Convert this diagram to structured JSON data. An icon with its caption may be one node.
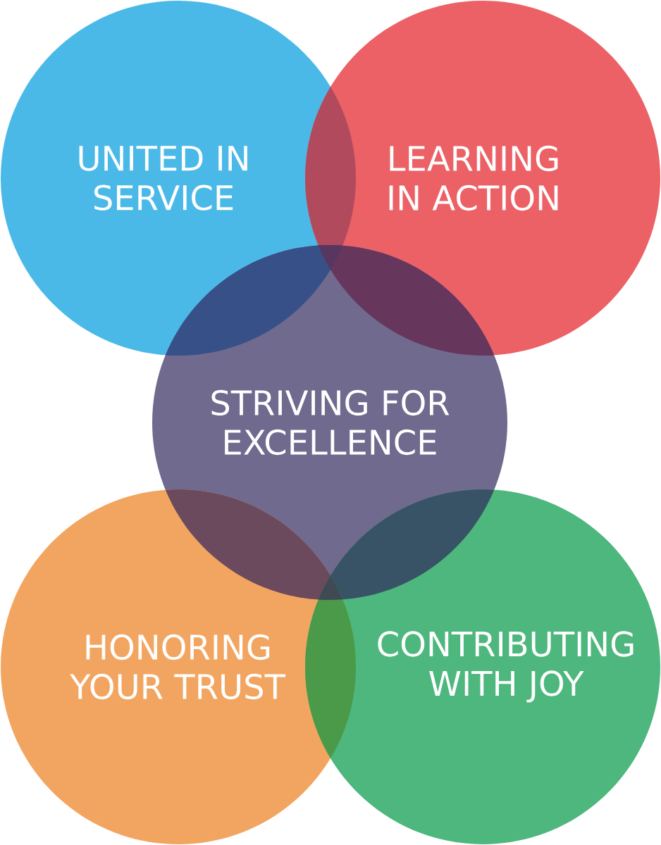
{
  "diagram": {
    "nodes": [
      {
        "text": [
          "UNITED IN SERVICE"
        ]
      },
      {
        "text": [
          "LEARNING IN ACTION"
        ]
      },
      {
        "text": [
          "STRIVING FOR EXCELLENCE"
        ]
      },
      {
        "text": [
          "HONORING YOUR TRUST"
        ]
      },
      {
        "text": [
          "CONTRIBUTING WITH JOY"
        ]
      }
    ]
  }
}
